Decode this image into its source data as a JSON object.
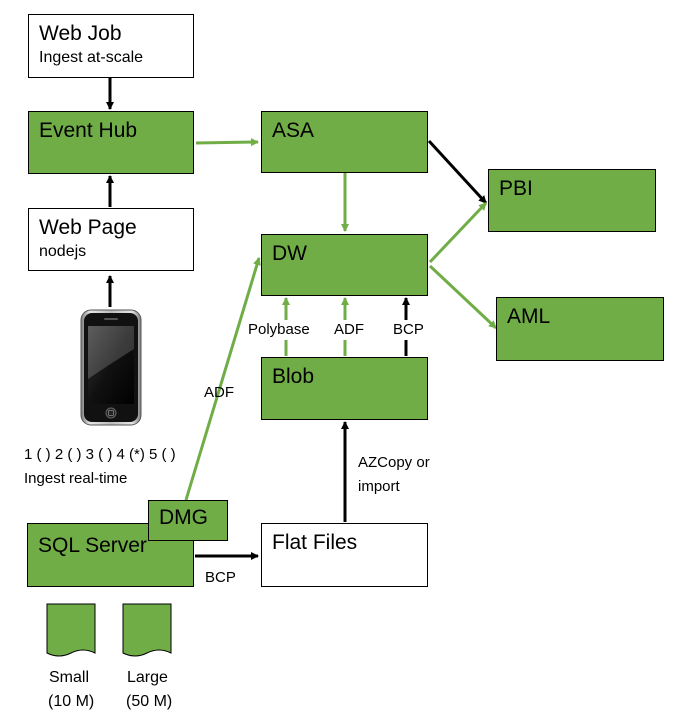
{
  "nodes": {
    "web_job": {
      "title": "Web Job",
      "subtitle": "Ingest at-scale"
    },
    "event_hub": {
      "title": "Event Hub"
    },
    "web_page": {
      "title": "Web Page",
      "subtitle": "nodejs"
    },
    "asa": {
      "title": "ASA"
    },
    "dw": {
      "title": "DW"
    },
    "pbi": {
      "title": "PBI"
    },
    "aml": {
      "title": "AML"
    },
    "blob": {
      "title": "Blob"
    },
    "sql_server": {
      "title": "SQL Server"
    },
    "dmg": {
      "title": "DMG"
    },
    "flat_files": {
      "title": "Flat Files"
    }
  },
  "edge_labels": {
    "polybase": "Polybase",
    "adf_blob_dw": "ADF",
    "bcp_blob_dw": "BCP",
    "adf_dmg_dw": "ADF",
    "azcopy_line1": "AZCopy or",
    "azcopy_line2": "import",
    "bcp_sql_flat": "BCP"
  },
  "phone": {
    "ratings": "1 ( ) 2 ( ) 3 ( ) 4 (*) 5 ( )",
    "caption": "Ingest real-time"
  },
  "files": {
    "small": {
      "line1": "Small",
      "line2": "(10 M)"
    },
    "large": {
      "line1": "Large",
      "line2": "(50 M)"
    }
  },
  "colors": {
    "node_green": "#70ad47",
    "edge_green": "#70ad47",
    "edge_black": "#000000"
  }
}
